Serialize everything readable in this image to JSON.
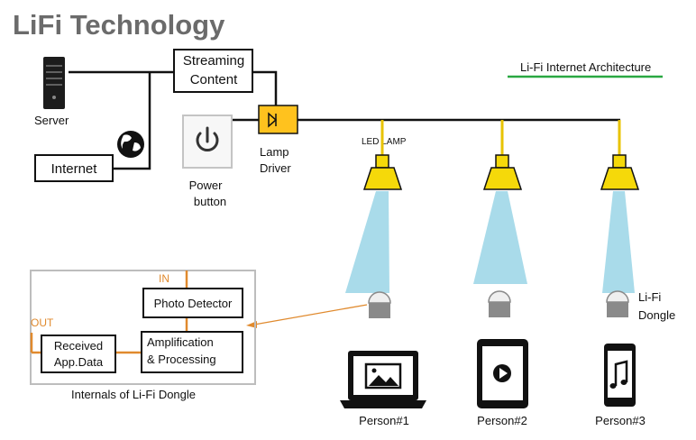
{
  "title": "LiFi Technology",
  "architecture_label": "Li-Fi Internet Architecture",
  "colors": {
    "title": "#6b6b6b",
    "wire": "#111111",
    "lamp_yellow": "#f5d90a",
    "driver_yellow": "#ffc21e",
    "light_beam": "#a9dbea",
    "orange": "#e08a2e",
    "underline_green": "#2aa842",
    "panel_border": "#bdbdbd"
  },
  "nodes": {
    "server": "Server",
    "internet": "Internet",
    "streaming_line1": "Streaming",
    "streaming_line2": "Content",
    "power_line1": "Power",
    "power_line2": "button",
    "driver_line1": "Lamp",
    "driver_line2": "Driver",
    "led_lamp": "LED LAMP",
    "dongle_line1": "Li-Fi",
    "dongle_line2": "Dongle"
  },
  "internals": {
    "caption": "Internals of Li-Fi Dongle",
    "in_label": "IN",
    "out_label": "OUT",
    "photo_detector": "Photo Detector",
    "amp_line1": "Amplification",
    "amp_line2": "& Processing",
    "recv_line1": "Received",
    "recv_line2": "App.Data"
  },
  "persons": [
    "Person#1",
    "Person#2",
    "Person#3"
  ],
  "icons": [
    "server-icon",
    "globe-icon",
    "power-icon",
    "laptop-icon",
    "tablet-icon",
    "phone-icon",
    "led-lamp-icon",
    "dongle-icon"
  ]
}
